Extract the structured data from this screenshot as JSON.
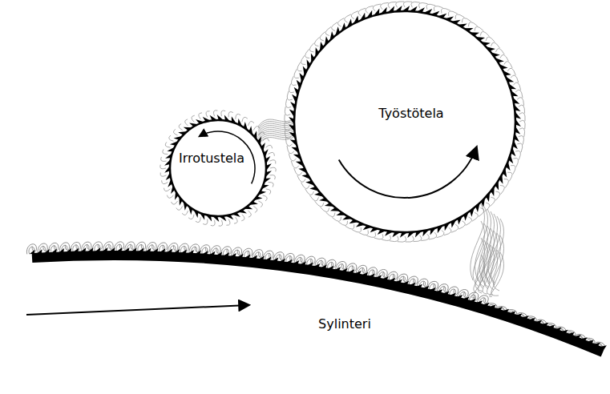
{
  "diagram": {
    "nodes": [
      {
        "text": [
          "Irrotustela"
        ]
      },
      {
        "text": [
          "Työstötela"
        ]
      }
    ],
    "labels": [
      "Sylinteri"
    ]
  }
}
